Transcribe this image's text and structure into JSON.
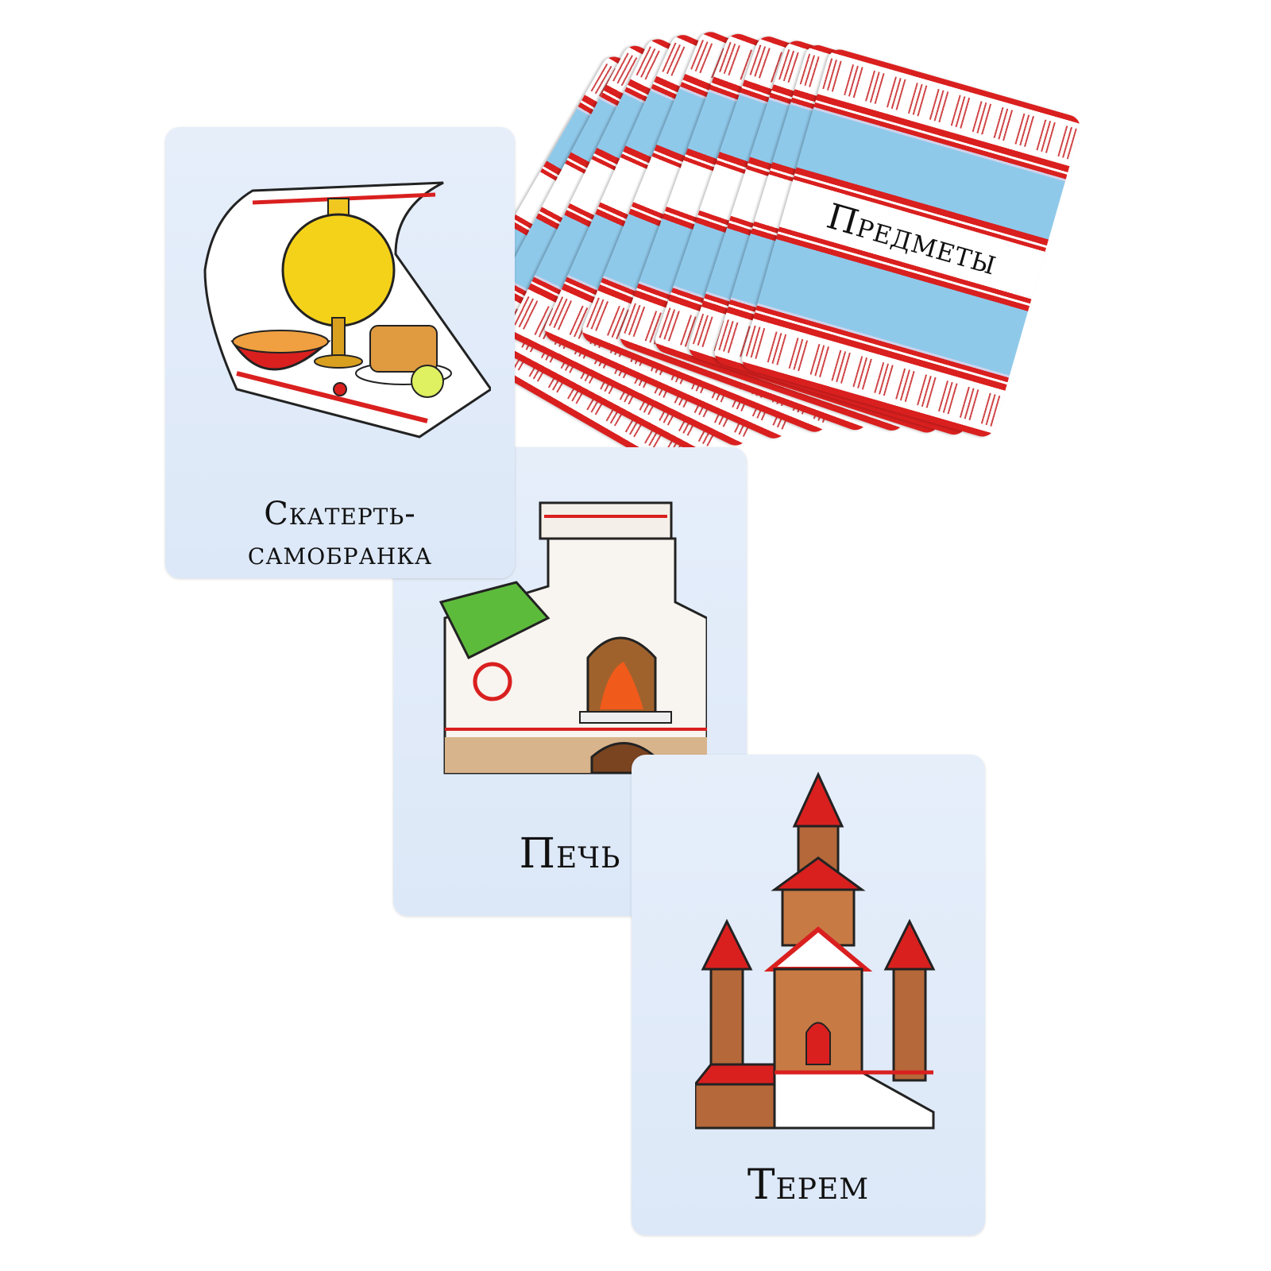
{
  "deck": {
    "title": "Предметы",
    "count": 10
  },
  "cards": [
    {
      "label": "Скатерть-",
      "label2": "самобранка",
      "illustration": "samovar-tablecloth-icon"
    },
    {
      "label": "Печь",
      "illustration": "stove-icon"
    },
    {
      "label": "Терем",
      "illustration": "tower-house-icon"
    }
  ],
  "colors": {
    "card_bg": "#dfeaf8",
    "back_blue": "#8fc9ea",
    "back_red": "#d9201f"
  }
}
